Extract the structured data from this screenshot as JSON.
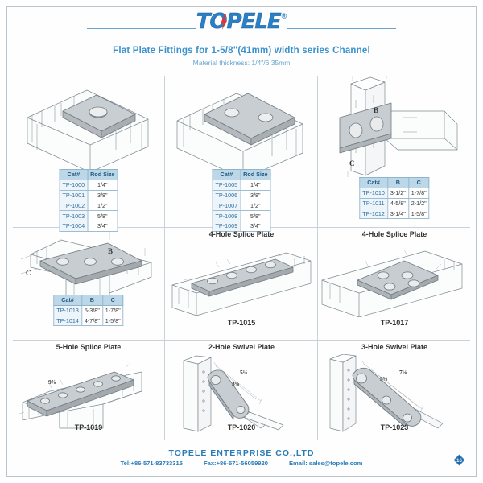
{
  "header": {
    "logo_text": "TOPELE",
    "logo_registered": "®",
    "logo_icon": "lightning-bolt-icon",
    "title": "Flat Plate Fittings for 1-5/8\"(41mm) width series Channel",
    "subtitle": "Material thickness: 1/4\"/6.35mm"
  },
  "panels": {
    "flat_plate_single": {
      "title": "",
      "code": "",
      "table": {
        "headers": [
          "Cat#",
          "Rod Size"
        ],
        "rows": [
          [
            "TP-1000",
            "1/4\""
          ],
          [
            "TP-1001",
            "3/8\""
          ],
          [
            "TP-1002",
            "1/2\""
          ],
          [
            "TP-1003",
            "5/8\""
          ],
          [
            "TP-1004",
            "3/4\""
          ]
        ]
      }
    },
    "flat_plate_double": {
      "title": "",
      "code": "",
      "table": {
        "headers": [
          "Cat#",
          "Rod Size"
        ],
        "rows": [
          [
            "TP-1005",
            "1/4\""
          ],
          [
            "TP-1006",
            "3/8\""
          ],
          [
            "TP-1007",
            "1/2\""
          ],
          [
            "TP-1008",
            "5/8\""
          ],
          [
            "TP-1009",
            "3/4\""
          ]
        ]
      }
    },
    "two_hole_corner": {
      "title": "",
      "code": "",
      "dim_b": "B",
      "dim_c": "C",
      "table": {
        "headers": [
          "Cat#",
          "B",
          "C"
        ],
        "rows": [
          [
            "TP-1010",
            "3-1/2\"",
            "1-7/8\""
          ],
          [
            "TP-1011",
            "4-5/8\"",
            "2-1/2\""
          ],
          [
            "TP-1012",
            "3-1/4\"",
            "1-5/8\""
          ]
        ]
      }
    },
    "three_hole_tee": {
      "title": "",
      "code": "",
      "dim_b": "B",
      "dim_c": "C",
      "table": {
        "headers": [
          "Cat#",
          "B",
          "C"
        ],
        "rows": [
          [
            "TP-1013",
            "5-3/8\"",
            "1-7/8\""
          ],
          [
            "TP-1014",
            "4-7/8\"",
            "1-5/8\""
          ]
        ]
      }
    },
    "four_hole_splice_inline": {
      "title": "4-Hole Splice Plate",
      "code": "TP-1015"
    },
    "four_hole_splice_square": {
      "title": "4-Hole Splice Plate",
      "code": "TP-1017"
    },
    "five_hole_splice": {
      "title": "5-Hole Splice Plate",
      "code": "TP-1019",
      "dim_length": "9⅞"
    },
    "two_hole_swivel": {
      "title": "2-Hole Swivel Plate",
      "code": "TP-1020",
      "dim_outer": "5¼",
      "dim_inner": "3⅛"
    },
    "three_hole_swivel": {
      "title": "3-Hole Swivel Plate",
      "code": "TP-1023",
      "dim_inner": "3⅝",
      "dim_outer": "7⅛"
    }
  },
  "footer": {
    "company": "TOPELE  ENTERPRISE  CO.,LTD",
    "tel": "Tel:+86-571-83733315",
    "fax": "Fax:+86-571-56059920",
    "email": "Email: sales@topele.com",
    "badge_icon": "diamond-badge-icon"
  },
  "colors": {
    "brand_blue": "#2b7fc4",
    "title_blue": "#3a92cd",
    "table_header": "#bcd7e8",
    "bolt_red": "#e8342a",
    "line_gray": "#c9d2d9"
  }
}
